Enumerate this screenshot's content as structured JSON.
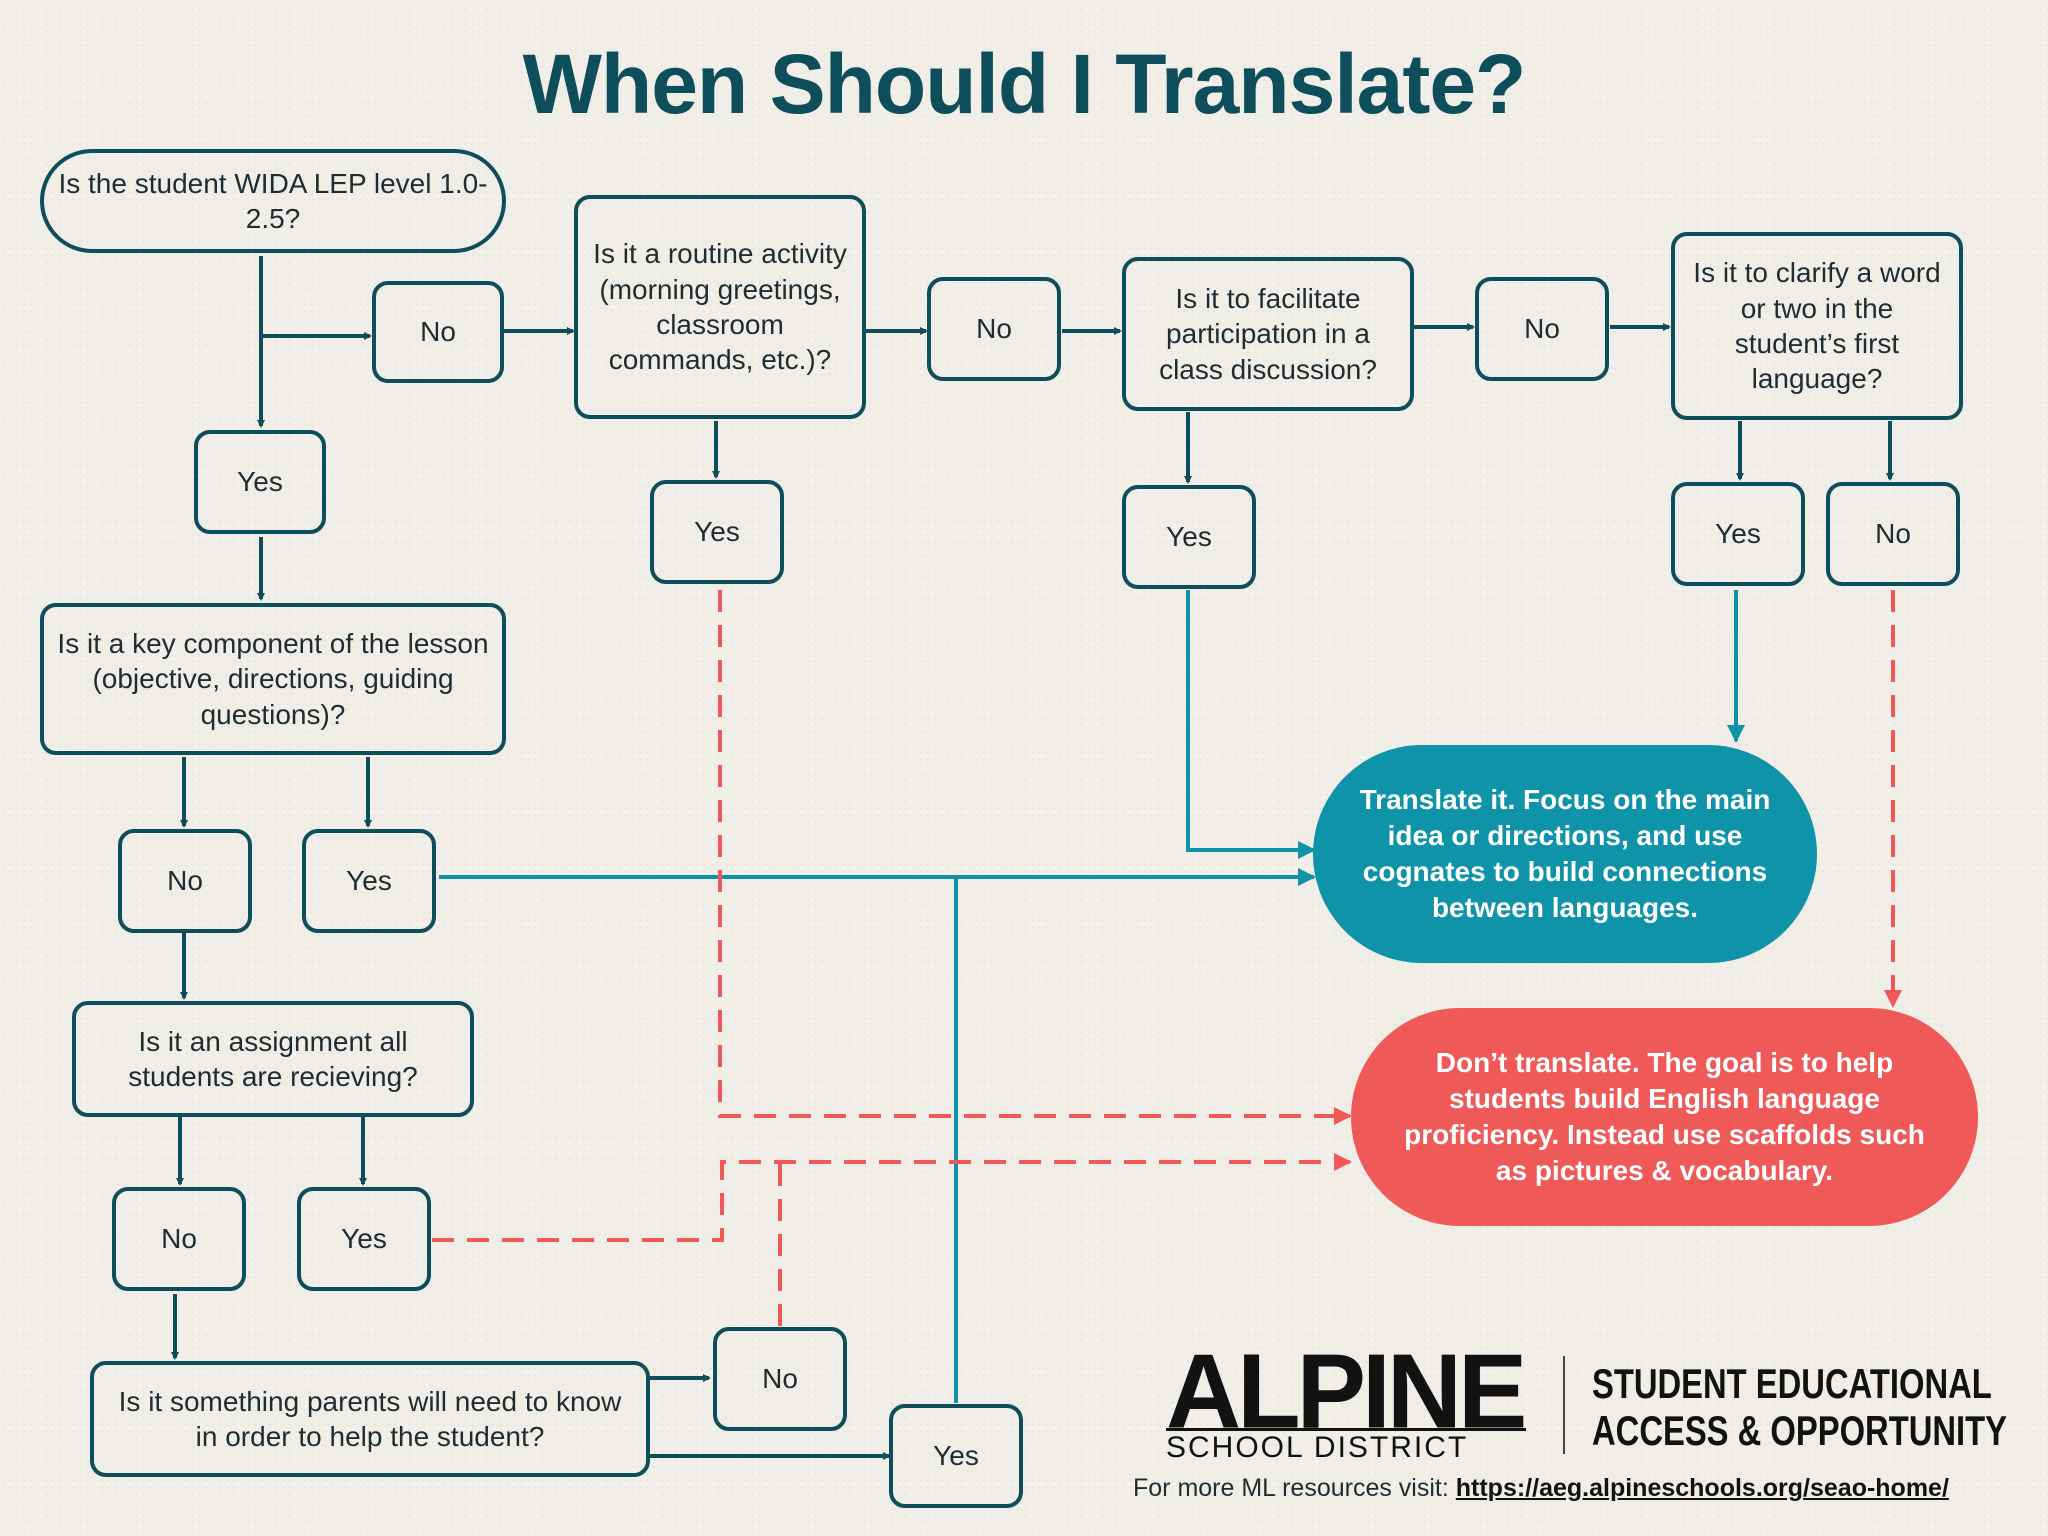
{
  "title": "When Should I Translate?",
  "colors": {
    "primary": "#0e4d5a",
    "translate": "#0f93a8",
    "dont_translate": "#ef5a59",
    "background": "#f1eee8"
  },
  "nodes": {
    "q_wida": "Is the student WIDA LEP level 1.0-2.5?",
    "a1_no": "No",
    "a1_yes": "Yes",
    "q_routine": "Is it a routine activity (morning greetings, classroom commands, etc.)?",
    "a2_no": "No",
    "a2_yes": "Yes",
    "q_discussion": "Is it to facilitate participation in a class discussion?",
    "a3_no": "No",
    "a3_yes": "Yes",
    "q_clarify": "Is it to clarify a word or two in the student’s first language?",
    "a4_yes": "Yes",
    "a4_no": "No",
    "q_key": "Is it a key component of the lesson (objective, directions, guiding questions)?",
    "a5_no": "No",
    "a5_yes": "Yes",
    "q_assignment": "Is it an assignment all students are recieving?",
    "a6_no": "No",
    "a6_yes": "Yes",
    "q_parents": "Is it something parents will need to know in order to help the student?",
    "a7_no": "No",
    "a7_yes": "Yes"
  },
  "outcomes": {
    "translate": "Translate it. Focus on the main idea or directions, and use cognates to build connections between languages.",
    "dont_translate": "Don’t translate. The goal is to help students build English language proficiency. Instead use scaffolds such as pictures & vocabulary."
  },
  "footer": {
    "logo_word": "ALPINE",
    "logo_sub": "SCHOOL DISTRICT",
    "program_line1": "STUDENT EDUCATIONAL",
    "program_line2": "ACCESS & OPPORTUNITY",
    "resources_label": "For more ML resources visit:",
    "resources_link": "https://aeg.alpineschools.org/seao-home/"
  }
}
